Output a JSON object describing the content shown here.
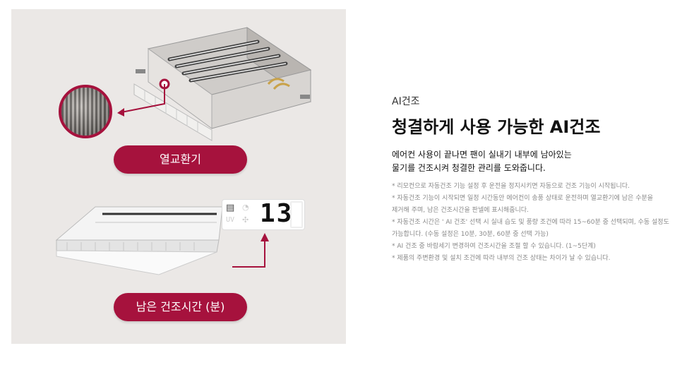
{
  "left": {
    "label_top": "열교환기",
    "label_bottom": "남은 건조시간 (분)",
    "display": {
      "uv": "UV",
      "digits": "13"
    }
  },
  "right": {
    "kicker": "AI건조",
    "headline": "청결하게 사용 가능한 AI건조",
    "description": [
      "에어컨 사용이 끝나면 팬이 실내기 내부에 남아있는",
      "물기를 건조시켜 청결한 관리를 도와줍니다."
    ],
    "notes": [
      "* 리모컨으로 자동건조 기능 설정 후 운전을 정지시키면 자동으로 건조 기능이 시작됩니다.",
      "* 자동건조 기능이 시작되면 일정 시간동안 에어컨이 송풍 상태로 운전하며 열교환기에 남은 수분을",
      "제거해 주며, 남은 건조시간을 판넬에 표시해줍니다.",
      "* 자동건조 시간은 ' AI 건조' 선택 시 실내 습도 및 풍량 조건에 따라 15~60분 중 선택되며, 수동 설정도",
      "가능합니다. (수동 설정은 10분, 30분, 60분 중 선택 가능)",
      "* AI 건조 중 바람세기 변경하여 건조시간을 조절 할 수 있습니다. (1~5단계)",
      "* 제품의 주변환경 및 설치 조건에 따라 내부의 건조 상태는 차이가 날 수 있습니다."
    ]
  }
}
